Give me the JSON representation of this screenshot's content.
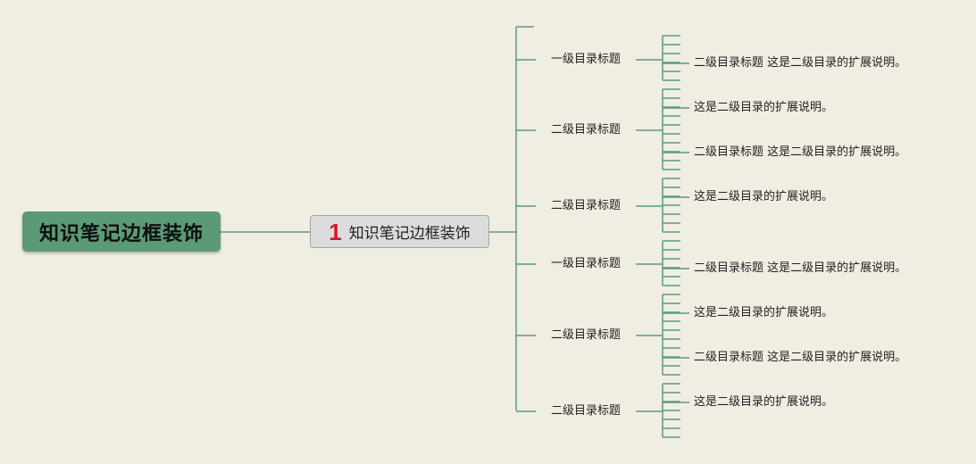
{
  "root": {
    "label": "知识笔记边框装饰"
  },
  "center": {
    "number": "1",
    "label": "知识笔记边框装饰"
  },
  "topics": [
    {
      "label": "一级目录标题"
    },
    {
      "label": "二级目录标题"
    },
    {
      "label": "二级目录标题"
    },
    {
      "label": "一级目录标题"
    },
    {
      "label": "二级目录标题"
    },
    {
      "label": "二级目录标题"
    }
  ],
  "descriptions": [
    {
      "label": "二级目录标题 这是二级目录的扩展说明。"
    },
    {
      "label": "这是二级目录的扩展说明。"
    },
    {
      "label": "二级目录标题 这是二级目录的扩展说明。"
    },
    {
      "label": "这是二级目录的扩展说明。"
    },
    {
      "label": "二级目录标题 这是二级目录的扩展说明。"
    },
    {
      "label": "这是二级目录的扩展说明。"
    },
    {
      "label": "二级目录标题 这是二级目录的扩展说明。"
    },
    {
      "label": "这是二级目录的扩展说明。"
    }
  ],
  "colors": {
    "line": "#5b9a84",
    "root_fill": "#5b9a76",
    "number": "#d8162c",
    "background": "#f0ede2"
  }
}
